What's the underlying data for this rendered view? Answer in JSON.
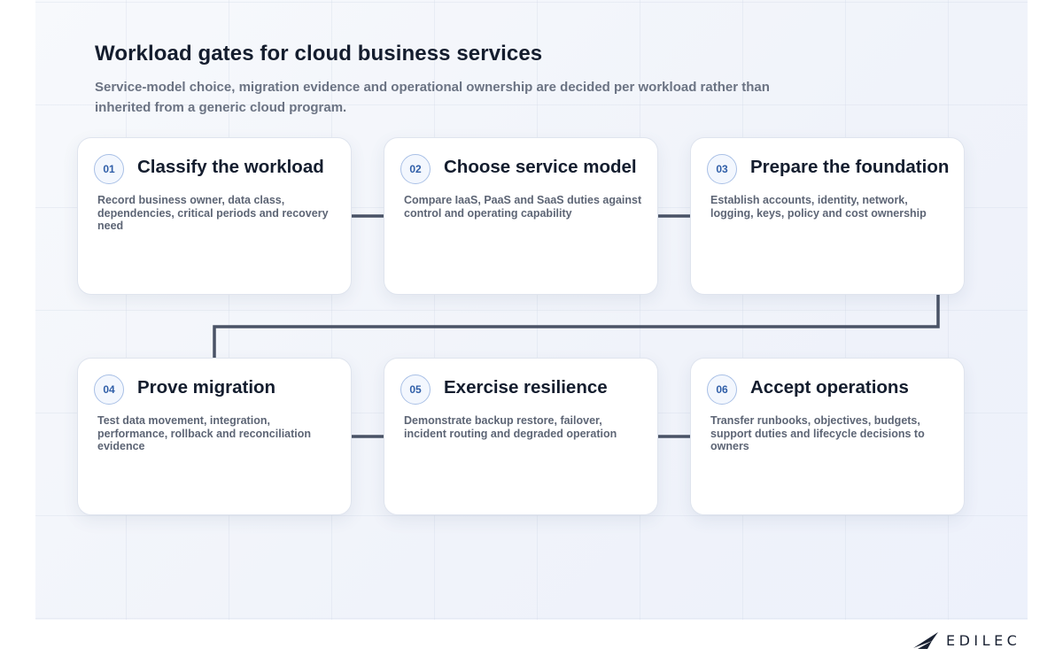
{
  "header": {
    "title": "Workload gates for cloud business services",
    "subtitle": "Service-model choice, migration evidence and operational ownership are decided per workload rather than inherited from a generic cloud program."
  },
  "steps": [
    {
      "number": "01",
      "title": "Classify the workload",
      "text": "Record business owner, data class, dependencies, critical periods and recovery need"
    },
    {
      "number": "02",
      "title": "Choose service model",
      "text": "Compare IaaS, PaaS and SaaS duties against control and operating capability"
    },
    {
      "number": "03",
      "title": "Prepare the foundation",
      "text": "Establish accounts, identity, network, logging, keys, policy and cost ownership"
    },
    {
      "number": "04",
      "title": "Prove migration",
      "text": "Test data movement, integration, performance, rollback and reconciliation evidence"
    },
    {
      "number": "05",
      "title": "Exercise resilience",
      "text": "Demonstrate backup restore, failover, incident routing and degraded operation"
    },
    {
      "number": "06",
      "title": "Accept operations",
      "text": "Transfer runbooks, objectives, budgets, support duties and lifecycle decisions to owners"
    }
  ],
  "brand": {
    "name": "EDILEC",
    "icon": "edilec-logo-icon"
  },
  "colors": {
    "connector": "#4a5366",
    "badge_border": "#a9c0e6",
    "badge_text": "#2f5ea8",
    "title_text": "#141d2e",
    "body_text": "#5d6575"
  }
}
